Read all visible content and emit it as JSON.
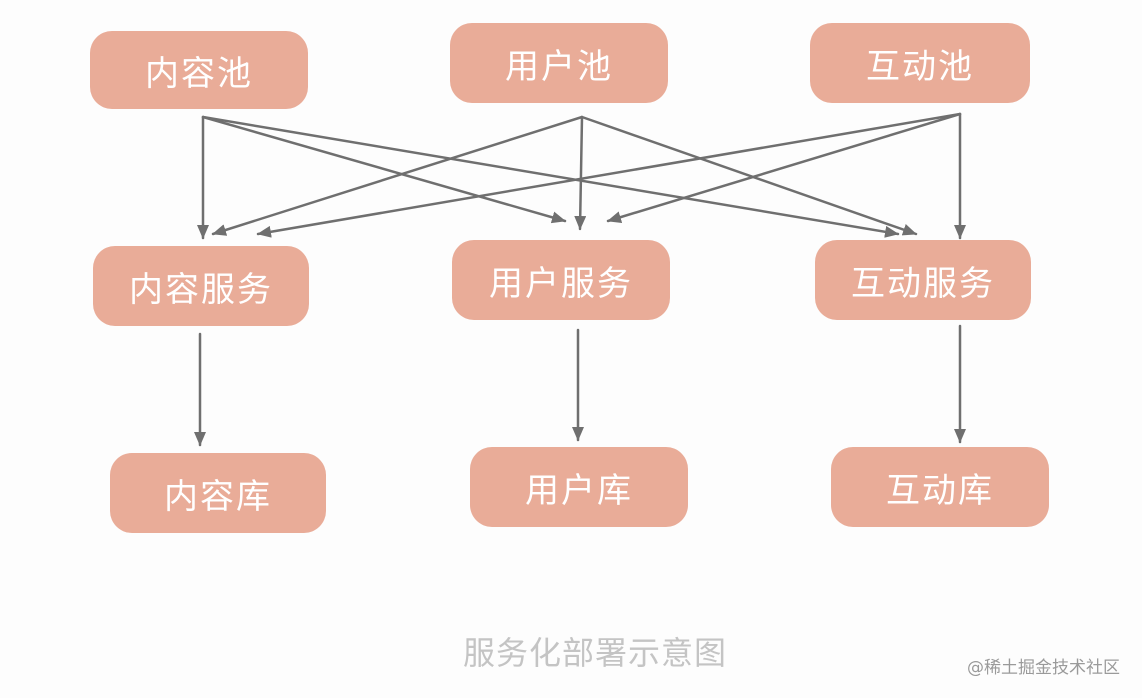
{
  "nodes": {
    "content_pool": "内容池",
    "user_pool": "用户池",
    "interaction_pool": "互动池",
    "content_service": "内容服务",
    "user_service": "用户服务",
    "interaction_service": "互动服务",
    "content_db": "内容库",
    "user_db": "用户库",
    "interaction_db": "互动库"
  },
  "edges": [
    {
      "from": "content_pool",
      "to": "content_service"
    },
    {
      "from": "content_pool",
      "to": "user_service"
    },
    {
      "from": "content_pool",
      "to": "interaction_service"
    },
    {
      "from": "user_pool",
      "to": "content_service"
    },
    {
      "from": "user_pool",
      "to": "user_service"
    },
    {
      "from": "user_pool",
      "to": "interaction_service"
    },
    {
      "from": "interaction_pool",
      "to": "content_service"
    },
    {
      "from": "interaction_pool",
      "to": "user_service"
    },
    {
      "from": "interaction_pool",
      "to": "interaction_service"
    },
    {
      "from": "content_service",
      "to": "content_db"
    },
    {
      "from": "user_service",
      "to": "user_db"
    },
    {
      "from": "interaction_service",
      "to": "interaction_db"
    }
  ],
  "caption": "服务化部署示意图",
  "watermark": "@稀土掘金技术社区",
  "colors": {
    "node_fill": "#e9ac98",
    "node_text": "#ffffff",
    "edge": "#6f6f6f",
    "caption": "#c4c4c4"
  }
}
